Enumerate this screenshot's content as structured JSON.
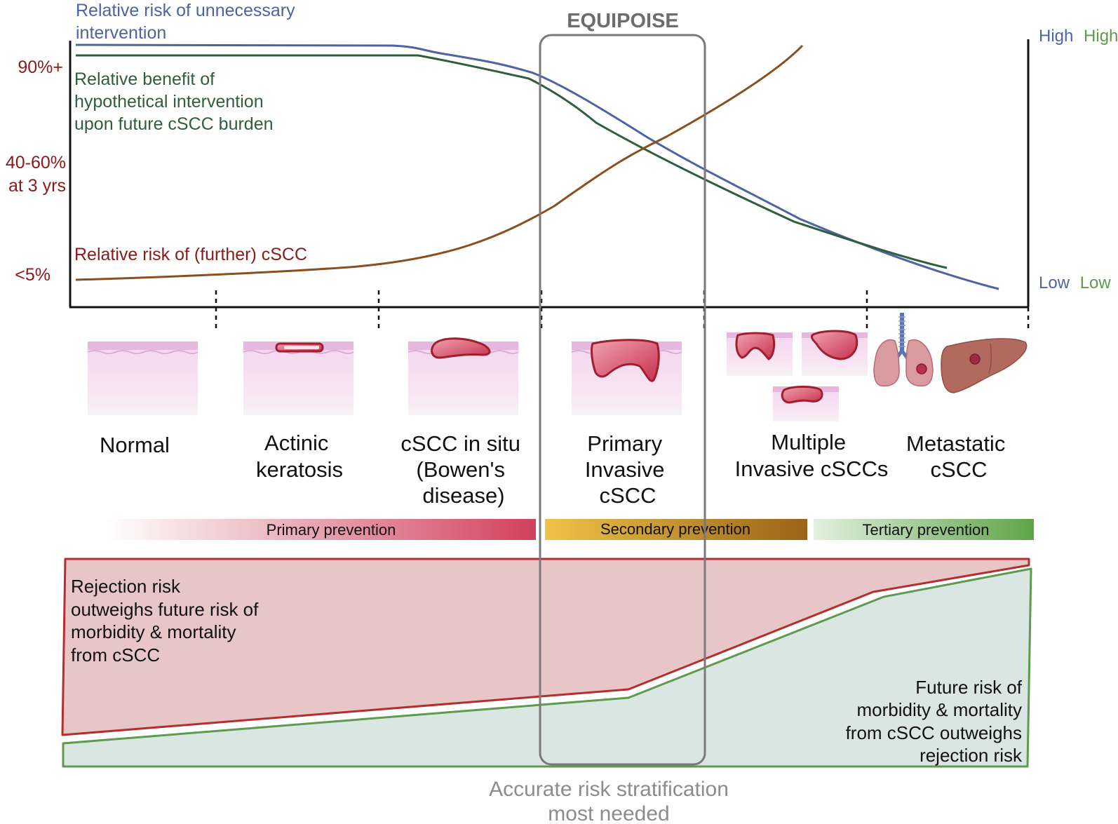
{
  "colors": {
    "blue": "#4e62a6",
    "dark_green": "#2f5e3e",
    "green": "#5f9a4f",
    "brown": "#8a4f1f",
    "dark_red": "#8b1a1a",
    "crimson": "#c4314b",
    "gray": "#7a7a7a",
    "light_gray_text": "#8c8c8c",
    "red_region": "#e8c6c8",
    "green_region": "#d9e6e1",
    "skin_pink": "#f6dcf0",
    "skin_top": "#e8b7df",
    "lesion": "#d24e65",
    "lesion_edge": "#a01f2e",
    "lung": "#d99aa0",
    "liver": "#b36a5e"
  },
  "top": {
    "title": "EQUIPOISE",
    "y_axis_labels": {
      "top": "90%+",
      "mid": [
        "40-60%",
        "at 3 yrs"
      ],
      "bottom": "<5%"
    },
    "right_axis": {
      "high_blue": "High",
      "high_green": "High",
      "low_blue": "Low",
      "low_green": "Low"
    },
    "curve_labels": {
      "unnecessary": [
        "Relative risk of unnecessary",
        "intervention"
      ],
      "benefit": [
        "Relative benefit of",
        "hypothetical intervention",
        "upon future cSCC burden"
      ],
      "further_risk": "Relative risk of (further) cSCC"
    }
  },
  "stages": [
    {
      "lines": [
        "Normal"
      ],
      "icon": "normal-skin-icon"
    },
    {
      "lines": [
        "Actinic",
        "keratosis"
      ],
      "icon": "actinic-keratosis-skin-icon"
    },
    {
      "lines": [
        "cSCC in situ",
        "(Bowen's",
        "disease)"
      ],
      "icon": "cscc-in-situ-skin-icon"
    },
    {
      "lines": [
        "Primary",
        "Invasive",
        "cSCC"
      ],
      "icon": "primary-invasive-skin-icon"
    },
    {
      "lines": [
        "Multiple",
        "Invasive cSCCs"
      ],
      "icon": "multiple-invasive-skin-icon"
    },
    {
      "lines": [
        "Metastatic",
        "cSCC"
      ],
      "icon": "lung-liver-icon"
    }
  ],
  "prevention": {
    "primary": "Primary prevention",
    "secondary": "Secondary prevention",
    "tertiary": "Tertiary prevention"
  },
  "bottom": {
    "rejection_text": [
      "Rejection risk",
      "outweighs future risk of",
      "morbidity & mortality",
      "from cSCC"
    ],
    "future_text": [
      "Future risk of",
      "morbidity & mortality",
      "from cSCC outweighs",
      "rejection risk"
    ],
    "footer": [
      "Accurate risk stratification",
      "most needed"
    ]
  }
}
